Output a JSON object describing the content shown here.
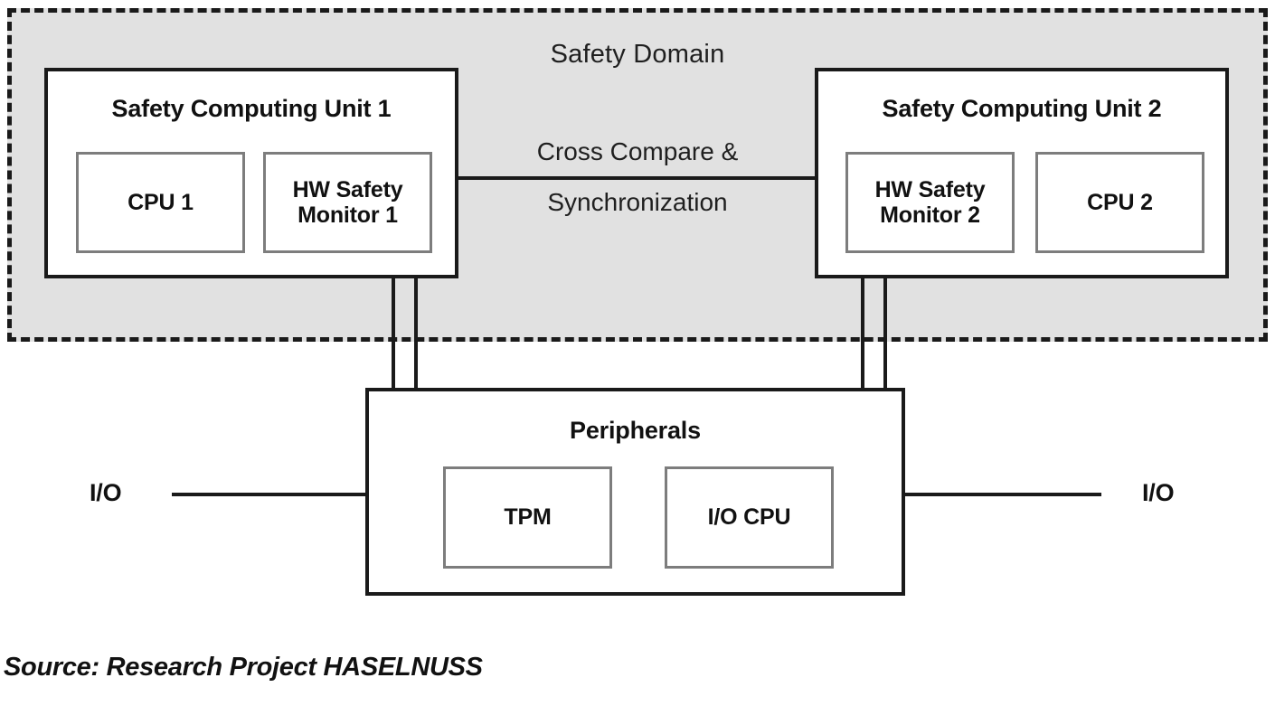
{
  "diagram": {
    "title": "Safety Domain",
    "caption": "Source: Research Project HASELNUSS",
    "colors": {
      "domain_background": "#E1E1E1",
      "box_border": "#1A1A1A",
      "sub_box_border": "#7D7D7D",
      "box_fill": "#FFFFFF",
      "text": "#111111"
    },
    "units": [
      {
        "title": "Safety Computing Unit 1",
        "children": [
          {
            "label": "CPU 1"
          },
          {
            "label": "HW Safety\nMonitor 1",
            "line1": "HW Safety",
            "line2": "Monitor 1"
          }
        ]
      },
      {
        "title": "Safety Computing Unit 2",
        "children": [
          {
            "label": "HW Safety\nMonitor 2",
            "line1": "HW Safety",
            "line2": "Monitor 2"
          },
          {
            "label": "CPU 2"
          }
        ]
      }
    ],
    "cross_link": {
      "line1": "Cross Compare &",
      "line2": "Synchronization"
    },
    "peripherals": {
      "title": "Peripherals",
      "children": [
        {
          "label": "TPM"
        },
        {
          "label": "I/O CPU"
        }
      ]
    },
    "io": {
      "left_label": "I/O",
      "right_label": "I/O"
    }
  }
}
